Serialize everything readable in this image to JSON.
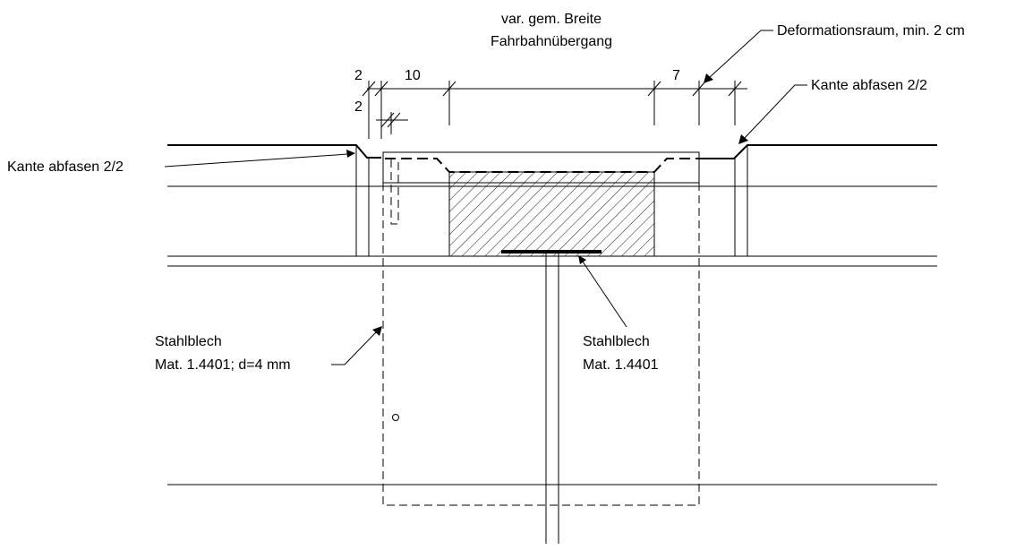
{
  "labels": {
    "top_line1": "var. gem. Breite",
    "top_line2": "Fahrbahnübergang",
    "deformation": "Deformationsraum, min. 2 cm",
    "kante_right": "Kante abfasen 2/2",
    "kante_left": "Kante abfasen 2/2",
    "stahlblech_left_line1": "Stahlblech",
    "stahlblech_left_line2": "Mat. 1.4401; d=4 mm",
    "stahlblech_right_line1": "Stahlblech",
    "stahlblech_right_line2": "Mat. 1.4401"
  },
  "dimensions": {
    "d_2_top": "2",
    "d_10": "10",
    "d_7": "7",
    "d_2_lower": "2"
  },
  "colors": {
    "line": "#000000",
    "background": "#ffffff"
  }
}
